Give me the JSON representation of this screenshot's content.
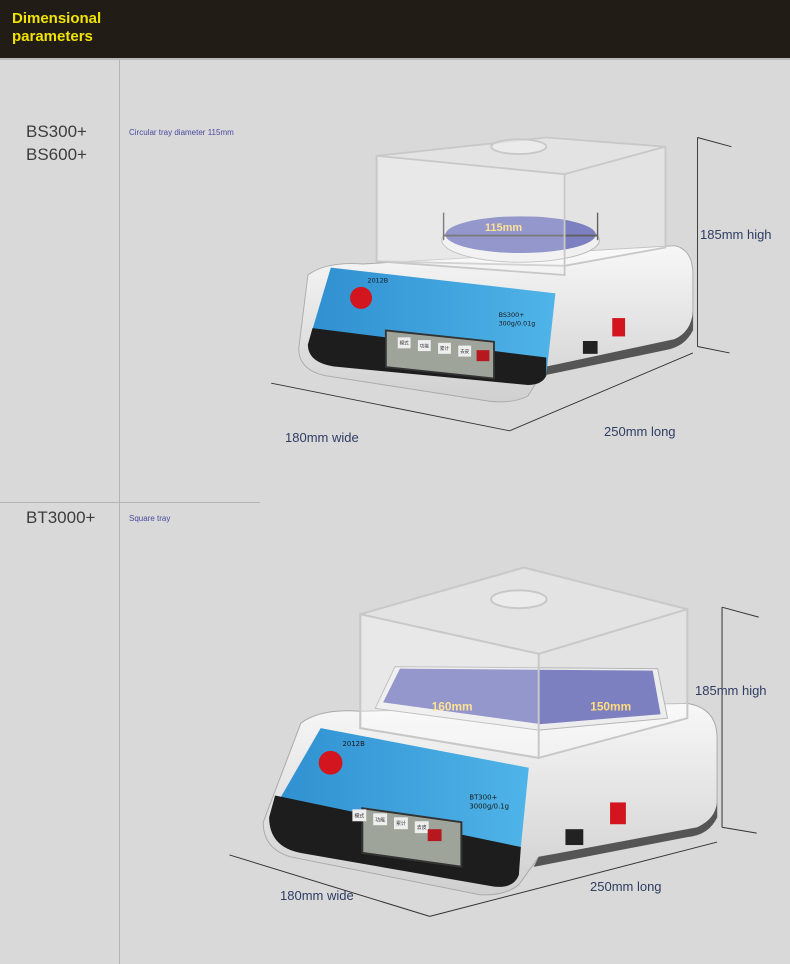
{
  "header": {
    "title": "Dimensional parameters"
  },
  "sections": [
    {
      "models": [
        "BS300+",
        "BS600+"
      ],
      "note": "Circular tray diameter 115mm",
      "tray_label": "115mm",
      "height_label": "185mm high",
      "width_label": "180mm wide",
      "length_label": "250mm long",
      "panel_model": "2012B",
      "panel_spec": "BS300+",
      "panel_spec2": "300g/0.01g",
      "buttons": [
        "模式",
        "功能",
        "累计",
        "去皮"
      ]
    },
    {
      "models": [
        "BT3000+"
      ],
      "note": "Square tray",
      "tray_label_left": "160mm",
      "tray_label_right": "150mm",
      "height_label": "185mm high",
      "width_label": "180mm wide",
      "length_label": "250mm long",
      "panel_model": "2012B",
      "panel_spec": "BT300+",
      "panel_spec2": "3000g/0.1g",
      "buttons": [
        "模式",
        "功能",
        "累计",
        "去皮"
      ]
    }
  ],
  "colors": {
    "header_bg": "#221c17",
    "header_text": "#f1e300",
    "panel_blue": "#3a9fd8",
    "tray_purple": "#4b4fa8",
    "power_switch": "#d3151f"
  }
}
